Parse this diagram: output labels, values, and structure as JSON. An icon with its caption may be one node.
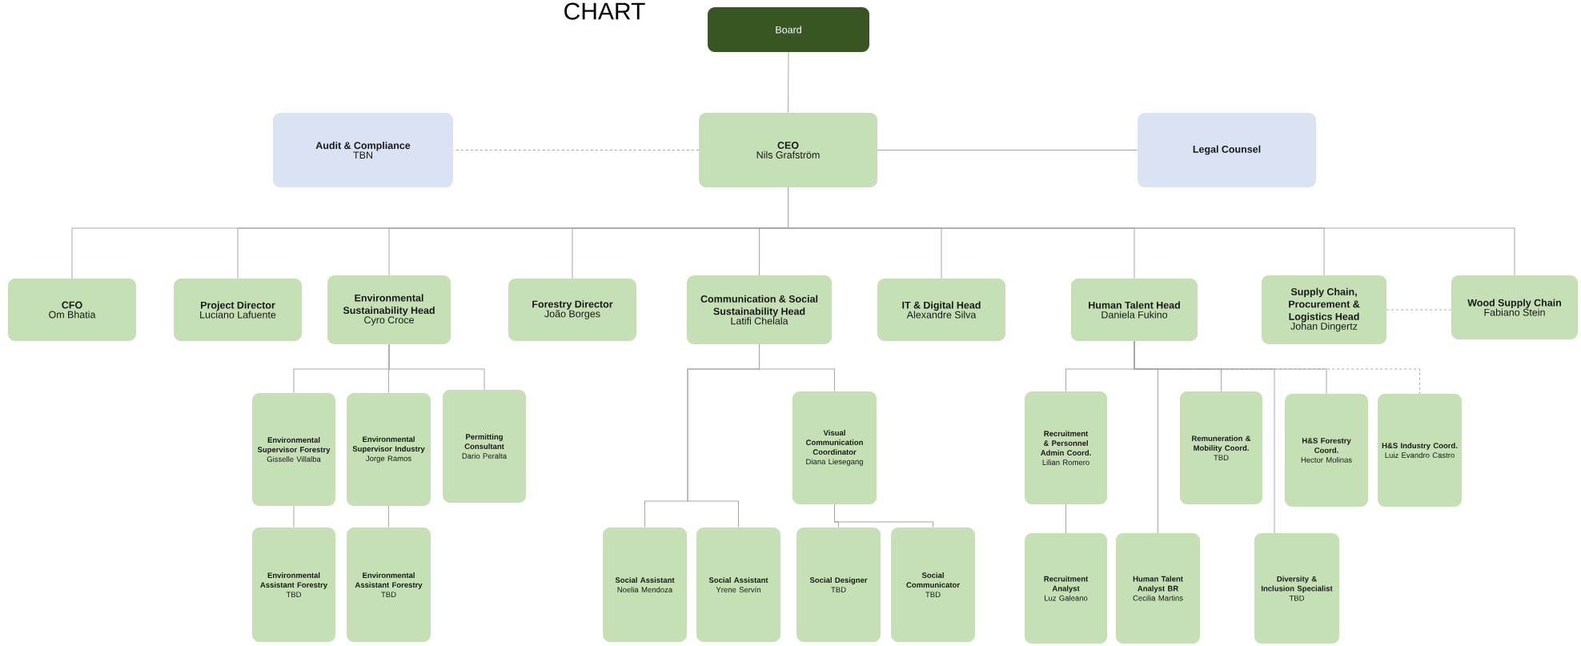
{
  "diagram": {
    "title": "CHART",
    "nodes": [
      {
        "text": [
          "Board"
        ]
      },
      {
        "text": [
          "Audit & Compliance",
          "TBN"
        ]
      },
      {
        "text": [
          "CEO",
          "Nils Grafström"
        ]
      },
      {
        "text": [
          "Legal Counsel"
        ]
      },
      {
        "text": [
          "CFO",
          "Om Bhatia"
        ]
      },
      {
        "text": [
          "Project Director",
          "Luciano Lafuente"
        ]
      },
      {
        "text": [
          "Environmental Sustainability Head",
          "Cyro Croce"
        ]
      },
      {
        "text": [
          "Forestry Director",
          "João Borges"
        ]
      },
      {
        "text": [
          "Communication & Social Sustainability Head",
          "Latifi Chelala"
        ]
      },
      {
        "text": [
          "IT & Digital Head",
          "Alexandre Silva"
        ]
      },
      {
        "text": [
          "Human Talent Head",
          "Daniela Fukino"
        ]
      },
      {
        "text": [
          "Supply Chain, Procurement & Logistics Head",
          "Johan Dingertz"
        ]
      },
      {
        "text": [
          "Wood Supply Chain",
          "Fabiano Stein"
        ]
      },
      {
        "text": [
          "Environmental Supervisor Forestry",
          "Gisselle Villalba"
        ]
      },
      {
        "text": [
          "Environmental Supervisor Industry",
          "Jorge Ramos"
        ]
      },
      {
        "text": [
          "Permitting Consultant",
          "Dario Peralta"
        ]
      },
      {
        "text": [
          "Visual Communication Coordinator",
          "Diana Liesegang"
        ]
      },
      {
        "text": [
          "Recruitment & Personnel Admin Coord.",
          "Lilian Romero"
        ]
      },
      {
        "text": [
          "Remuneration & Mobility Coord.",
          "TBD"
        ]
      },
      {
        "text": [
          "H&S Forestry Coord.",
          "Hector Molinas"
        ]
      },
      {
        "text": [
          "H&S Industry Coord.",
          "Luiz Evandro Castro"
        ]
      },
      {
        "text": [
          "Environmental Assistant Forestry",
          "TBD"
        ]
      },
      {
        "text": [
          "Environmental Assistant Forestry",
          "TBD"
        ]
      },
      {
        "text": [
          "Social Assistant",
          "Noelia Mendoza"
        ]
      },
      {
        "text": [
          "Social Assistant",
          "Yrene Servín"
        ]
      },
      {
        "text": [
          "Social Designer",
          "TBD"
        ]
      },
      {
        "text": [
          "Social Communicator",
          "TBD"
        ]
      },
      {
        "text": [
          "Recruitment Analyst",
          "Luz Galeano"
        ]
      },
      {
        "text": [
          "Human Talent Analyst BR",
          "Cecilia Martins"
        ]
      },
      {
        "text": [
          "Diversity & Inclusion Specialist",
          "TBD"
        ]
      }
    ],
    "edges": [
      {
        "from": 0,
        "to": 2,
        "arrow": "none"
      },
      {
        "from": 2,
        "to": 1,
        "arrow": "none",
        "style": "dashed"
      },
      {
        "from": 2,
        "to": 3,
        "arrow": "none"
      },
      {
        "from": 2,
        "to": 4,
        "arrow": "none"
      },
      {
        "from": 2,
        "to": 5,
        "arrow": "none"
      },
      {
        "from": 2,
        "to": 6,
        "arrow": "none"
      },
      {
        "from": 2,
        "to": 7,
        "arrow": "none"
      },
      {
        "from": 2,
        "to": 8,
        "arrow": "none"
      },
      {
        "from": 2,
        "to": 9,
        "arrow": "none"
      },
      {
        "from": 2,
        "to": 10,
        "arrow": "none"
      },
      {
        "from": 2,
        "to": 11,
        "arrow": "none"
      },
      {
        "from": 2,
        "to": 12,
        "arrow": "none"
      },
      {
        "from": 11,
        "to": 12,
        "arrow": "none",
        "style": "dashed"
      },
      {
        "from": 6,
        "to": 13,
        "arrow": "none"
      },
      {
        "from": 6,
        "to": 14,
        "arrow": "none"
      },
      {
        "from": 6,
        "to": 15,
        "arrow": "none"
      },
      {
        "from": 13,
        "to": 21,
        "arrow": "none"
      },
      {
        "from": 14,
        "to": 22,
        "arrow": "none"
      },
      {
        "from": 8,
        "to": 23,
        "arrow": "none"
      },
      {
        "from": 8,
        "to": 24,
        "arrow": "none"
      },
      {
        "from": 8,
        "to": 16,
        "arrow": "none"
      },
      {
        "from": 16,
        "to": 25,
        "arrow": "none"
      },
      {
        "from": 16,
        "to": 26,
        "arrow": "none"
      },
      {
        "from": 10,
        "to": 17,
        "arrow": "none"
      },
      {
        "from": 10,
        "to": 28,
        "arrow": "none"
      },
      {
        "from": 10,
        "to": 18,
        "arrow": "none"
      },
      {
        "from": 10,
        "to": 29,
        "arrow": "none"
      },
      {
        "from": 10,
        "to": 19,
        "arrow": "none"
      },
      {
        "from": 10,
        "to": 20,
        "arrow": "none",
        "style": "dashed"
      },
      {
        "from": 17,
        "to": 27,
        "arrow": "none"
      }
    ]
  }
}
